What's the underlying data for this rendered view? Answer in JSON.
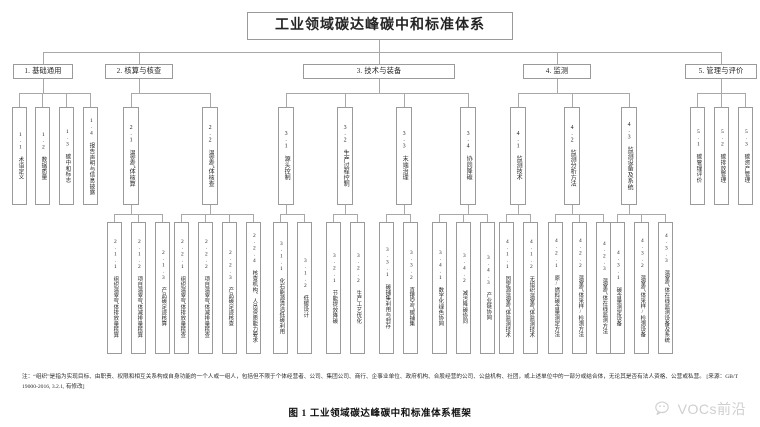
{
  "figure": {
    "root": "工业领域碳达峰碳中和标准体系",
    "caption": "图 1  工业领域碳达峰碳中和标准体系框架",
    "note": "注：“组织”是指为实现目标、由职责、权限和相互关系构成自身功能的一个人或一组人，包括但不限于个体经营者、公司、集团公司、商行、企事业单位、政府机构、合股经营的公司、公益机构、社团，或上述单位中的一部分或结合体，无论其是否有法人资格、公营或私营。   [来源：GB/T 19000-2016, 3.2.1, 有修改]",
    "watermark": "VOCs前沿"
  },
  "branches": [
    {
      "id": "b1",
      "label": "1. 基础通用",
      "children": [
        {
          "label": "1.1 术语定义",
          "children": []
        },
        {
          "label": "1.2 数据质量",
          "children": []
        },
        {
          "label": "1.3 碳中和标志",
          "children": []
        },
        {
          "label": "1.4 报告声明与信息披露",
          "children": []
        }
      ]
    },
    {
      "id": "b2",
      "label": "2. 核算与核查",
      "children": [
        {
          "label": "2.1 温室气体核算",
          "children": [
            "2.1.1 组织温室气体排放量核算",
            "2.1.2 项目温室气体减排量核算",
            "2.1.3 产品碳足迹核算"
          ]
        },
        {
          "label": "2.2 温室气体核查",
          "children": [
            "2.2.1 组织温室气体排放量核查",
            "2.2.2 项目温室气体减排量核查",
            "2.2.3 产品碳足迹核查",
            "2.2.4 核查机构、人员资质能力要求"
          ]
        }
      ]
    },
    {
      "id": "b3",
      "label": "3. 技术与装备",
      "children": [
        {
          "label": "3.1 源头控制",
          "children": [
            "3.1.1 化石能源清洁低碳利用",
            "3.1.2 低碳设计"
          ]
        },
        {
          "label": "3.2 生产过程控制",
          "children": [
            "3.2.1 节能提效降碳",
            "3.2.2 生产工艺优化"
          ]
        },
        {
          "label": "3.3 末端治理",
          "children": [
            "3.3.1 碳捕集利用与封存",
            "3.3.2 直接空气碳捕集"
          ]
        },
        {
          "label": "3.4 协同降碳",
          "children": [
            "3.4.1 数字化绿色协同",
            "3.4.2 减污降碳协同",
            "3.4.3 产业链协同"
          ]
        }
      ]
    },
    {
      "id": "b4",
      "label": "4. 监测",
      "children": [
        {
          "label": "4.1 监测技术",
          "children": [
            "4.1.1 固定源温室气体监测技术",
            "4.1.2 无组织温室气体监测技术"
          ]
        },
        {
          "label": "4.2 监测分析方法",
          "children": [
            "4.2.1 原/燃料碳含量测定方法",
            "4.2.2 温室气体采样/检测方法",
            "4.2.3 温室气体在线监测方法"
          ]
        },
        {
          "label": "4.3 监测设备及系统",
          "children": [
            "4.3.1 碳含量测定设备",
            "4.3.2 温室气体采样/检测设备",
            "4.3.3 温室气体在线监测设备及系统"
          ]
        }
      ]
    },
    {
      "id": "b5",
      "label": "5. 管理与评价",
      "children": [
        {
          "label": "5.1 碳管理评价",
          "children": []
        },
        {
          "label": "5.2 碳排放管理",
          "children": []
        },
        {
          "label": "5.3 碳资产管理",
          "children": []
        }
      ]
    }
  ],
  "colors": {
    "border": "#9a9a9a",
    "line": "#a8a8a8",
    "text": "#242424",
    "watermark": "#cfcfcf"
  }
}
